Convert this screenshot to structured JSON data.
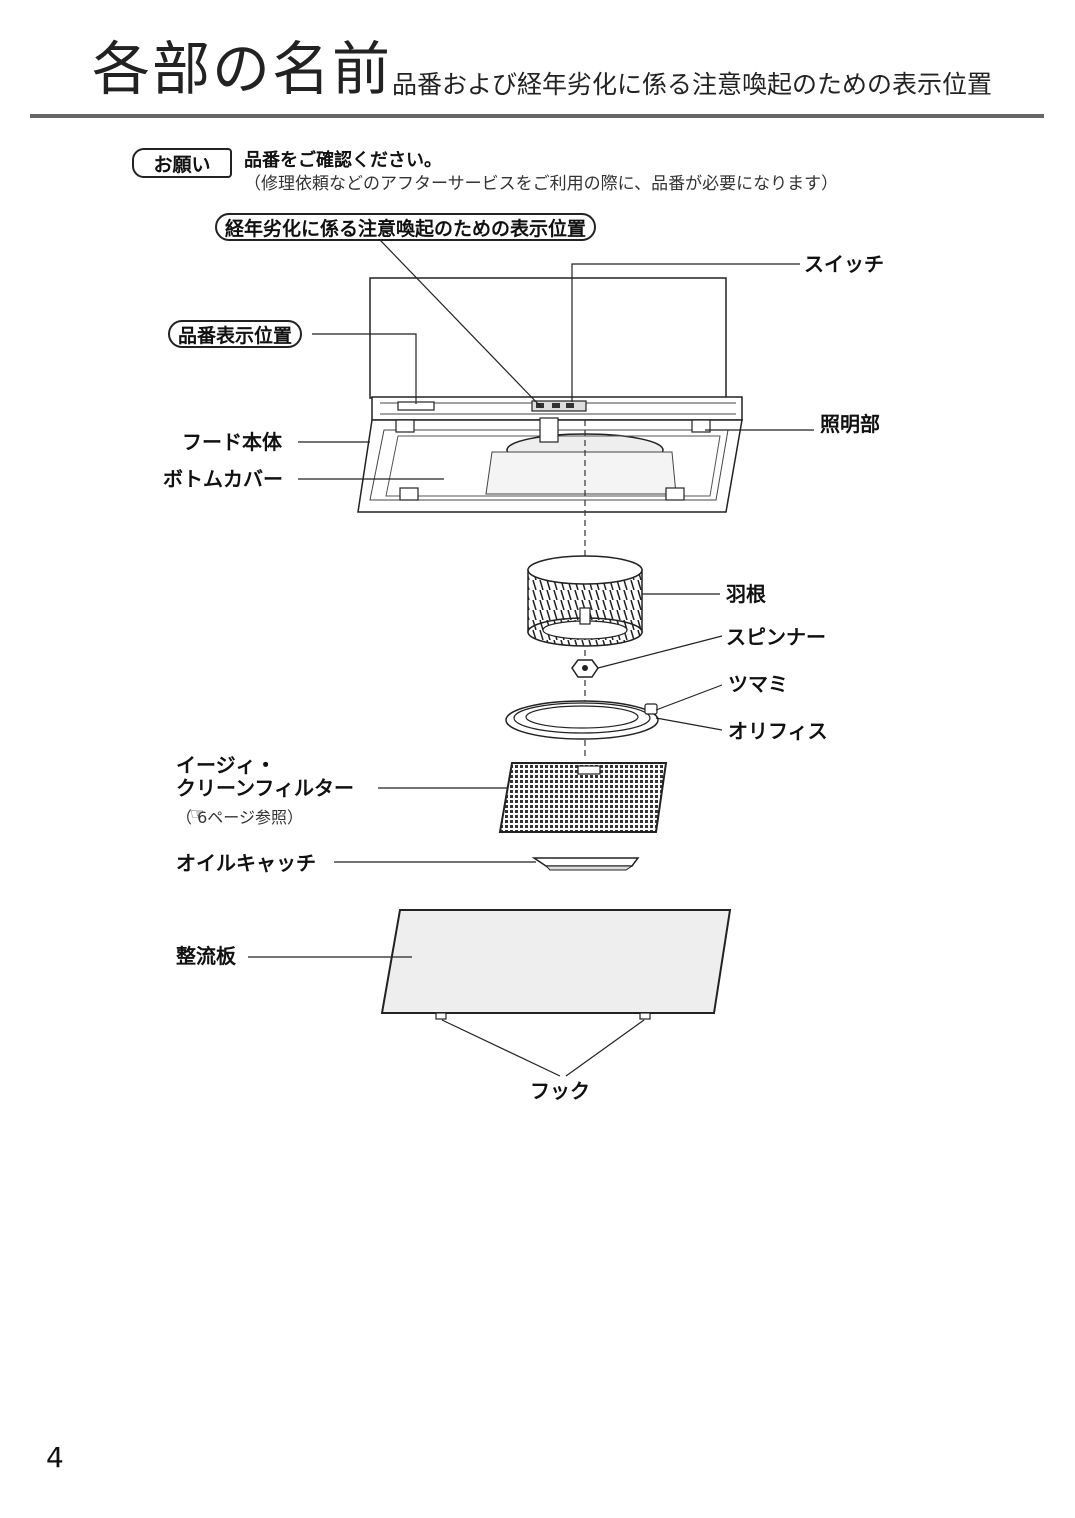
{
  "header": {
    "title": "各部の名前",
    "subtitle": "品番および経年劣化に係る注意喚起のための表示位置"
  },
  "request": {
    "badge": "お願い",
    "line1": "品番をご確認ください。",
    "line2": "（修理依頼などのアフターサービスをご利用の際に、品番が必要になります）"
  },
  "callouts": {
    "caution_position": "経年劣化に係る注意喚起のための表示位置",
    "model_position": "品番表示位置"
  },
  "labels": {
    "switch": "スイッチ",
    "hood_body": "フード本体",
    "bottom_cover": "ボトムカバー",
    "lighting": "照明部",
    "impeller": "羽根",
    "spinner": "スピンナー",
    "knob": "ツマミ",
    "orifice": "オリフィス",
    "filter_line1": "イージィ・",
    "filter_line2": "クリーンフィルター",
    "filter_ref": "（ 6ページ参照）",
    "oil_catch": "オイルキャッチ",
    "rectifier_plate": "整流板",
    "hook": "フック"
  },
  "footer": {
    "page": "4"
  }
}
